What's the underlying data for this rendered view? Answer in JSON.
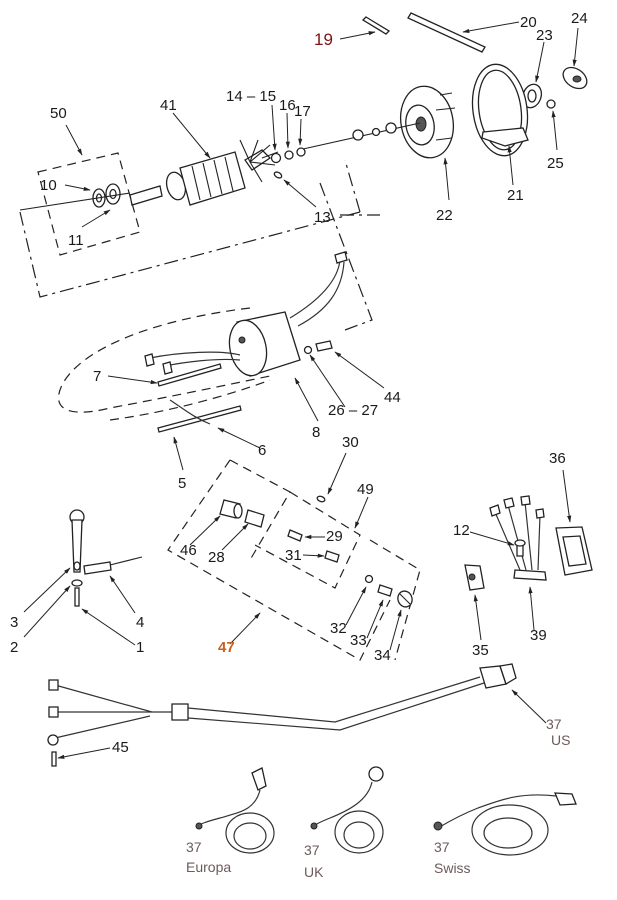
{
  "diagram": {
    "title": "Exploded parts diagram - motor, switch and power cord assembly",
    "callouts": {
      "p1": "1",
      "p2": "2",
      "p3": "3",
      "p4": "4",
      "p5": "5",
      "p6": "6",
      "p7": "7",
      "p8": "8",
      "p10": "10",
      "p11": "11",
      "p12": "12",
      "p13": "13",
      "p14_15": "14 – 15",
      "p16": "16",
      "p17": "17",
      "p19": "19",
      "p20": "20",
      "p21": "21",
      "p22": "22",
      "p23": "23",
      "p24": "24",
      "p25": "25",
      "p26_27": "26 – 27",
      "p28": "28",
      "p29": "29",
      "p30": "30",
      "p31": "31",
      "p32": "32",
      "p33": "33",
      "p34": "34",
      "p35": "35",
      "p36": "36",
      "p39": "39",
      "p41": "41",
      "p44": "44",
      "p45": "45",
      "p46": "46",
      "p47": "47",
      "p49": "49",
      "p50": "50"
    },
    "cord_variants": [
      {
        "part": "37",
        "region": "US"
      },
      {
        "part": "37",
        "region": "Europa"
      },
      {
        "part": "37",
        "region": "UK"
      },
      {
        "part": "37",
        "region": "Swiss"
      }
    ],
    "colors": {
      "highlight_19": "#7a1414",
      "highlight_47": "#c8601e",
      "cord_labels": "#6e5a5a"
    }
  }
}
